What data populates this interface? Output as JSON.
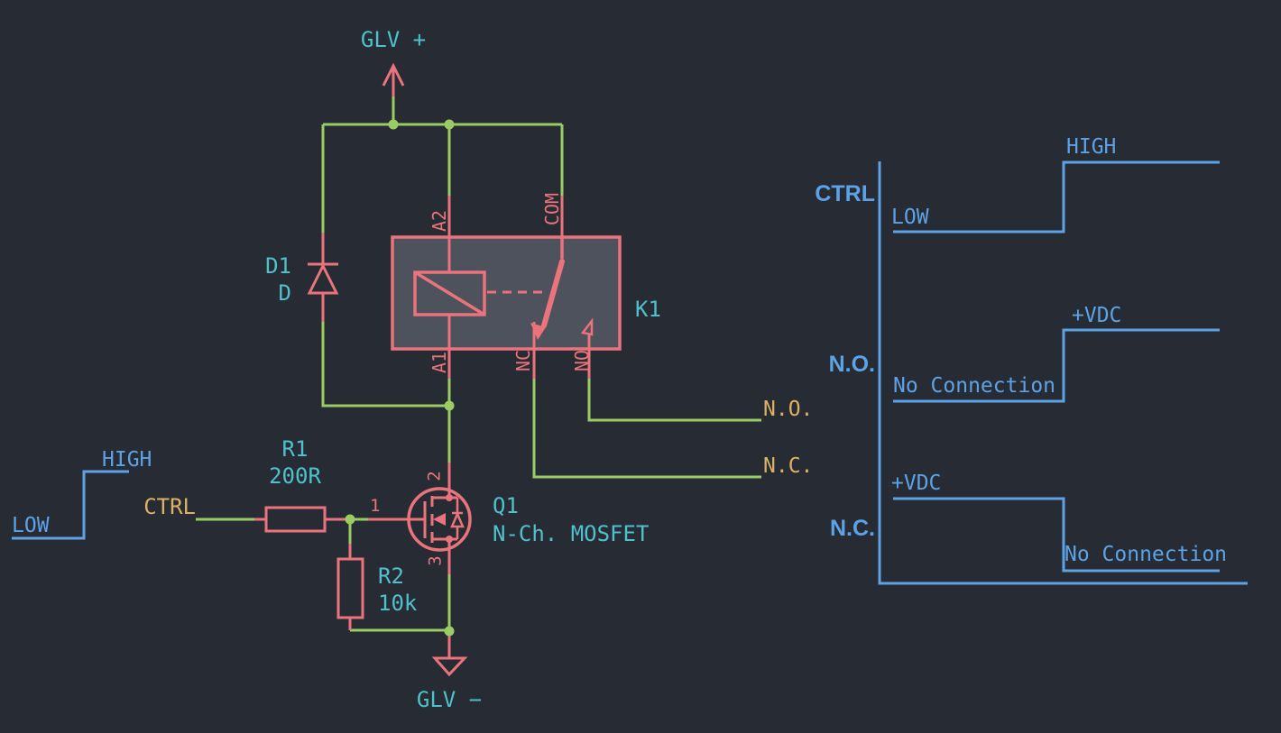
{
  "colors": {
    "background": "#272c34",
    "wire_green": "#9acc63",
    "device_red": "#ea737c",
    "reference_cyan": "#4fc1cc",
    "net_label_yellow": "#ddb163",
    "annotation_blue": "#5da2e6",
    "relay_body_fill": "#4e525c"
  },
  "schematic": {
    "power": {
      "top_rail": "GLV +",
      "bottom_rail": "GLV −"
    },
    "input_wave": {
      "low": "LOW",
      "high": "HIGH"
    },
    "nets": {
      "ctrl": "CTRL",
      "normally_open": "N.O.",
      "normally_closed": "N.C."
    },
    "components": {
      "d1": {
        "ref": "D1",
        "value": "D"
      },
      "r1": {
        "ref": "R1",
        "value": "200R"
      },
      "r2": {
        "ref": "R2",
        "value": "10k"
      },
      "q1": {
        "ref": "Q1",
        "value": "N-Ch. MOSFET",
        "pins": {
          "gate": "1",
          "drain": "2",
          "source": "3"
        }
      },
      "k1": {
        "ref": "K1",
        "pins": {
          "a2": "A2",
          "a1": "A1",
          "com": "COM",
          "nc": "NC",
          "no": "NO"
        }
      }
    }
  },
  "timing": {
    "rows": [
      {
        "signal": "CTRL",
        "before": "LOW",
        "after": "HIGH"
      },
      {
        "signal": "N.O.",
        "before": "No Connection",
        "after": "+VDC"
      },
      {
        "signal": "N.C.",
        "before": "+VDC",
        "after": "No Connection"
      }
    ]
  }
}
